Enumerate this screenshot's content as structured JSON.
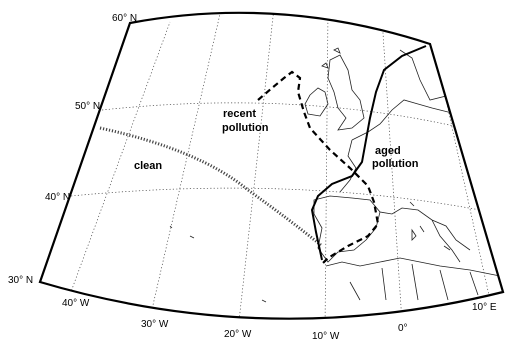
{
  "map": {
    "latitude_labels": [
      "60° N",
      "50° N",
      "40° N",
      "30° N"
    ],
    "longitude_labels": [
      "40° W",
      "30° W",
      "20° W",
      "10° W",
      "0°",
      "10° E"
    ],
    "regions": {
      "clean": "clean",
      "recent_line1": "recent",
      "recent_line2": "pollution",
      "aged_line1": "aged",
      "aged_line2": "pollution"
    }
  }
}
